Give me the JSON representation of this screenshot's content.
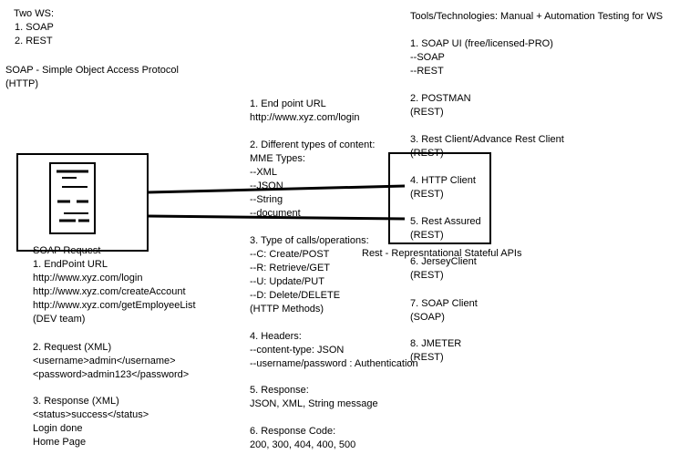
{
  "left": {
    "ws_title": "Two WS:",
    "ws_items": [
      "1. SOAP",
      "2. REST"
    ],
    "soap_def": "SOAP - Simple Object Access Protocol",
    "soap_proto": "(HTTP)",
    "soap_request": [
      "SOAP Request",
      "1. EndPoint URL",
      "http://www.xyz.com/login",
      "http://www.xyz.com/createAccount",
      "http://www.xyz.com/getEmployeeList",
      "(DEV team)"
    ],
    "request_xml": [
      "2. Request (XML)",
      "<username>admin</username>",
      "<password>admin123</password>"
    ],
    "response_xml": [
      "3. Response (XML)",
      "<status>success</status>",
      "Login done",
      "Home Page"
    ]
  },
  "middle": {
    "endpoint": [
      "1. End point URL",
      "http://www.xyz.com/login"
    ],
    "content": [
      "2. Different types of content:",
      "MME Types:",
      "--XML",
      "--JSON",
      "--String",
      "--document"
    ],
    "calls": [
      "3. Type of calls/operations:",
      "--C: Create/POST",
      "--R: Retrieve/GET",
      "--U: Update/PUT",
      "--D: Delete/DELETE",
      "(HTTP Methods)"
    ],
    "headers": [
      "4. Headers:",
      "--content-type: JSON",
      "--username/password : Authentication"
    ],
    "response": [
      "5. Response:",
      "JSON, XML, String message"
    ],
    "response_code": [
      "6. Response Code:",
      "200, 300, 404, 400, 500"
    ]
  },
  "right": {
    "title": "Tools/Technologies: Manual + Automation Testing for WS",
    "tools": [
      [
        "1. SOAP UI (free/licensed-PRO)",
        "--SOAP",
        "--REST"
      ],
      [
        "2. POSTMAN",
        "(REST)"
      ],
      [
        "3. Rest Client/Advance Rest Client",
        "(REST)"
      ],
      [
        "4. HTTP Client",
        "(REST)"
      ],
      [
        "5. Rest Assured",
        "(REST)"
      ],
      [
        "6. JerseyClient",
        "(REST)"
      ],
      [
        "7. SOAP Client",
        "(SOAP)"
      ],
      [
        "8. JMETER",
        "(REST)"
      ]
    ]
  },
  "rest_def": "Rest - Represntational Stateful APIs"
}
